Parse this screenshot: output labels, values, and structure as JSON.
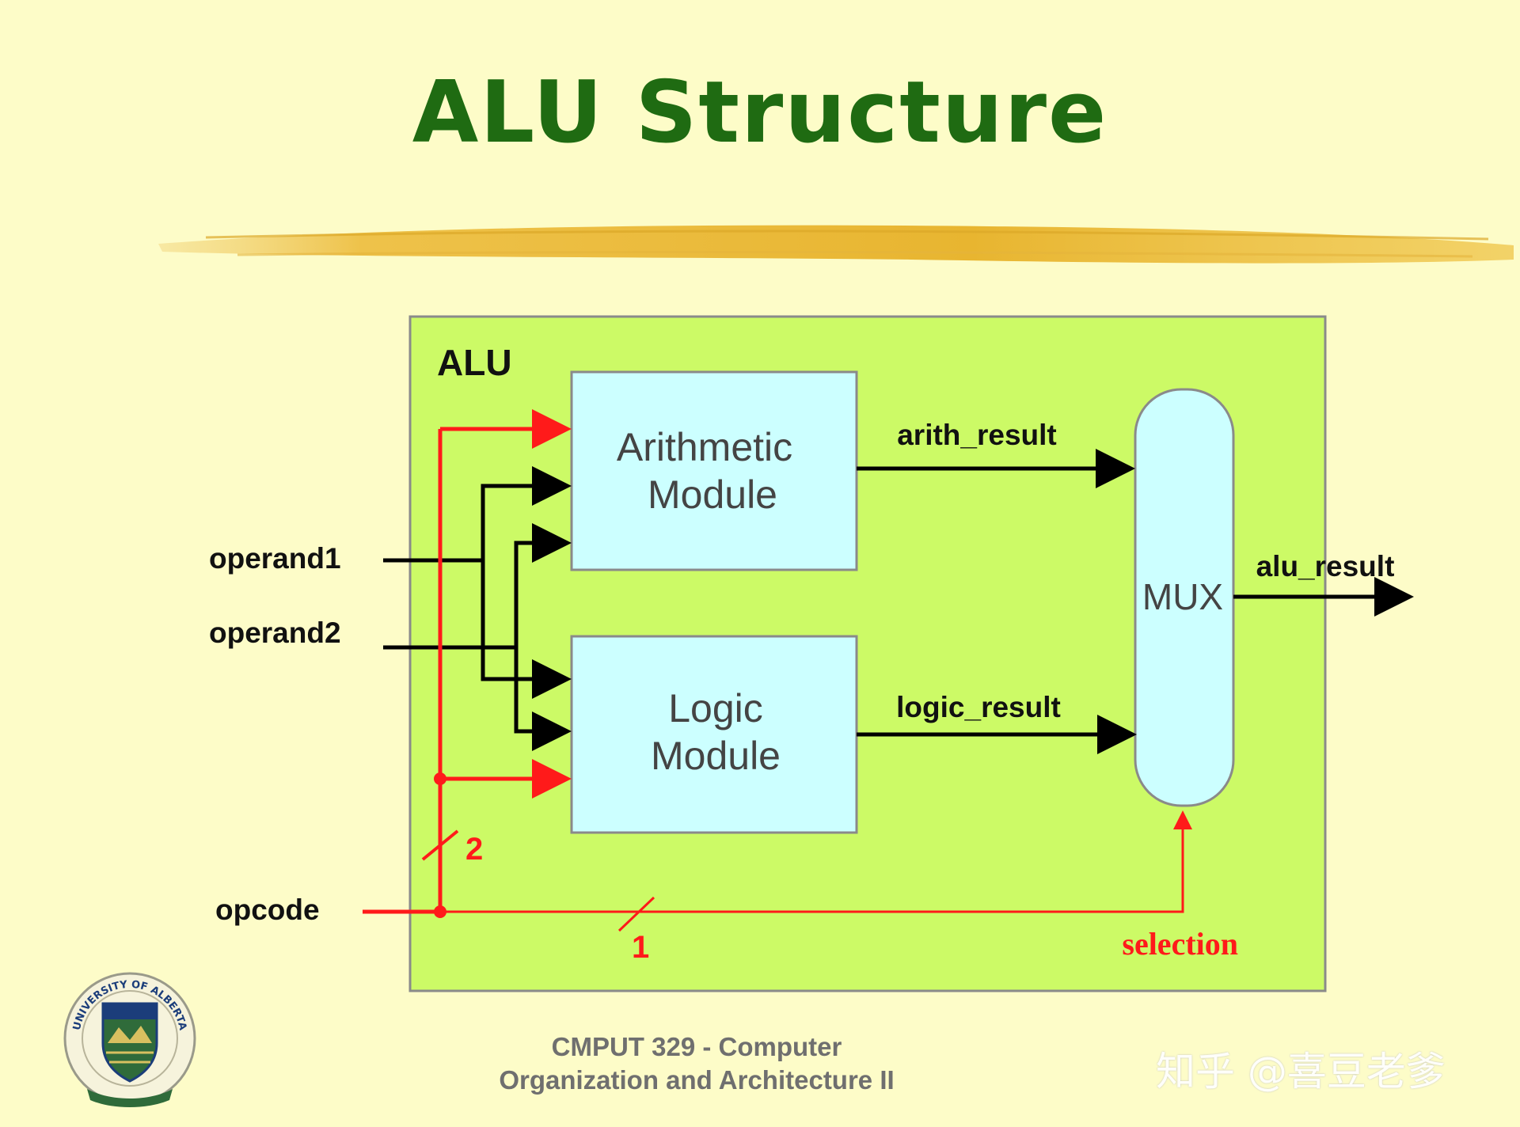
{
  "slide": {
    "title": "ALU Structure",
    "footer_line1": "CMPUT 329 - Computer",
    "footer_line2": "Organization and Architecture II",
    "watermark": "知乎 @喜豆老爹",
    "seal_text": "UNIVERSITY OF ALBERTA"
  },
  "diagram": {
    "alu_label": "ALU",
    "arith_line1": "Arithmetic",
    "arith_line2": "Module",
    "logic_line1": "Logic",
    "logic_line2": "Module",
    "mux_label": "MUX",
    "arith_result": "arith_result",
    "logic_result": "logic_result",
    "alu_result": "alu_result",
    "operand1": "operand1",
    "operand2": "operand2",
    "opcode": "opcode",
    "bus_width_opcode": "2",
    "bus_width_select": "1",
    "selection": "selection"
  },
  "colors": {
    "alu_fill": "#ccfa66",
    "module_fill": "#ccffff",
    "control_red": "#ff1a1a",
    "title_green": "#1f6b12"
  }
}
